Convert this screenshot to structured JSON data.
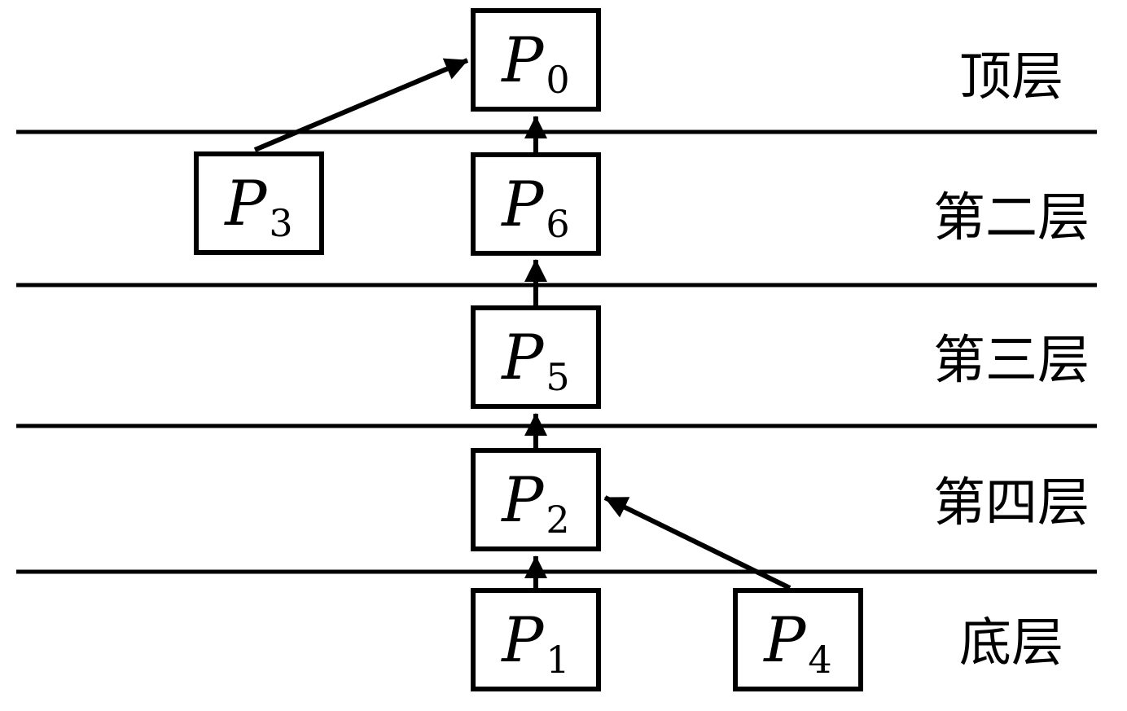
{
  "colors": {
    "ink": "#000000",
    "background": "#ffffff"
  },
  "nodes": {
    "p0": {
      "main": "P",
      "sub": "0"
    },
    "p3": {
      "main": "P",
      "sub": "3"
    },
    "p6": {
      "main": "P",
      "sub": "6"
    },
    "p5": {
      "main": "P",
      "sub": "5"
    },
    "p2": {
      "main": "P",
      "sub": "2"
    },
    "p1": {
      "main": "P",
      "sub": "1"
    },
    "p4": {
      "main": "P",
      "sub": "4"
    }
  },
  "layer_labels": {
    "top": "顶层",
    "second": "第二层",
    "third": "第三层",
    "fourth": "第四层",
    "bottom": "底层"
  },
  "edges": [
    {
      "from": "P3",
      "to": "P0"
    },
    {
      "from": "P6",
      "to": "P0"
    },
    {
      "from": "P5",
      "to": "P6"
    },
    {
      "from": "P2",
      "to": "P5"
    },
    {
      "from": "P1",
      "to": "P2"
    },
    {
      "from": "P4",
      "to": "P2"
    }
  ]
}
